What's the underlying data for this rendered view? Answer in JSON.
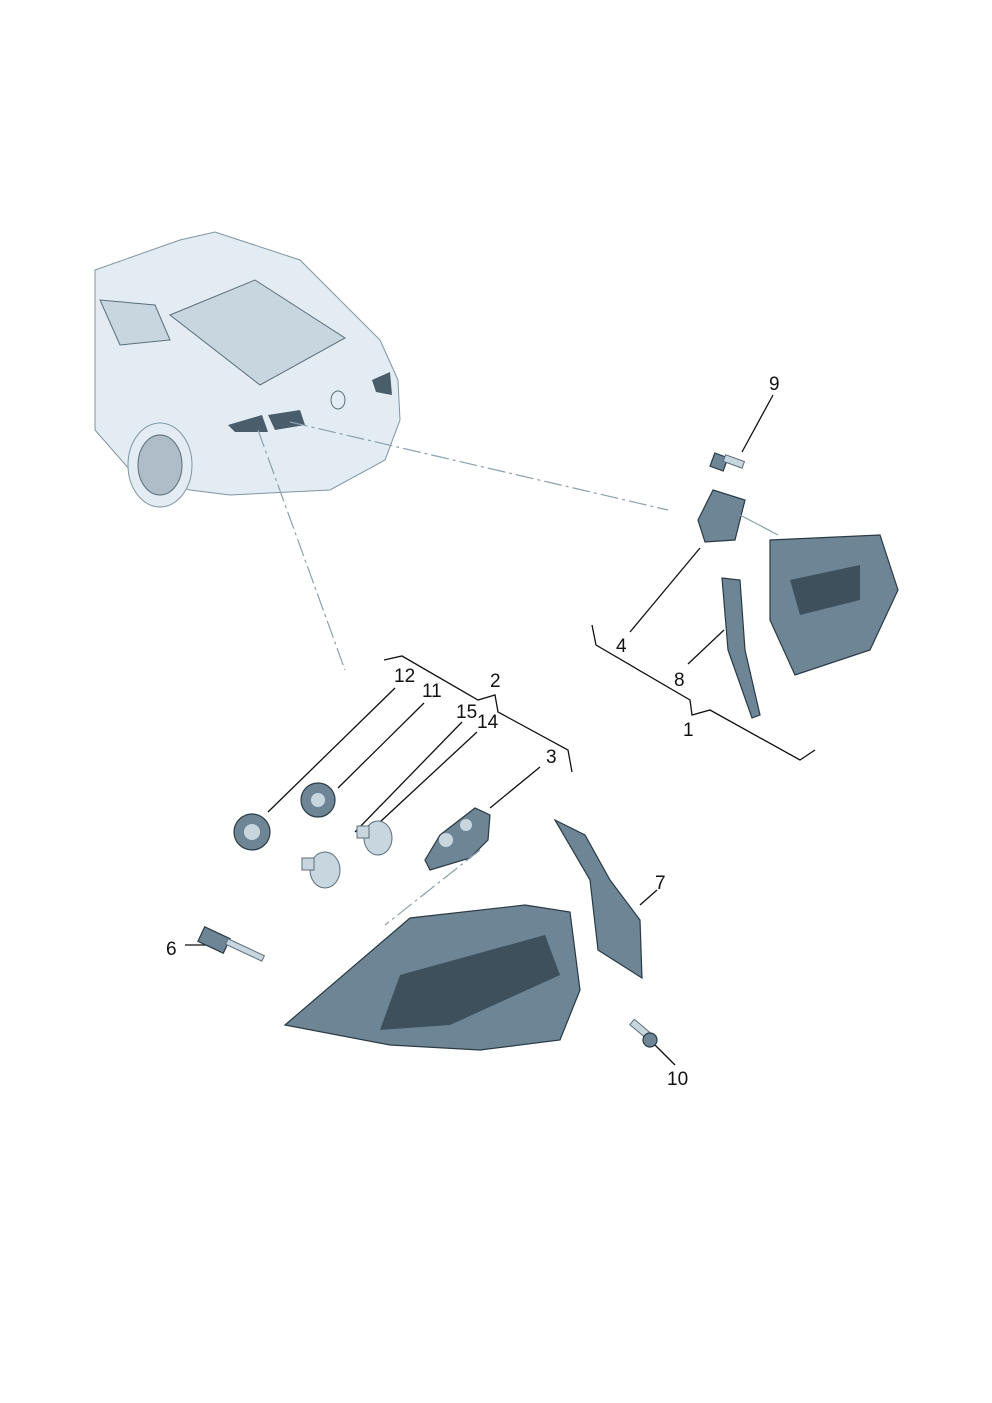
{
  "diagram": {
    "title": "Tail light assembly exploded parts diagram",
    "part_labels": {
      "p1": "1",
      "p2": "2",
      "p3": "3",
      "p4": "4",
      "p6": "6",
      "p7": "7",
      "p8": "8",
      "p9": "9",
      "p10": "10",
      "p11": "11",
      "p12": "12",
      "p14": "14",
      "p15": "15"
    },
    "colors": {
      "part": "#6d8595",
      "line": "#111111",
      "leader_dash": "#8aa0b0"
    }
  }
}
